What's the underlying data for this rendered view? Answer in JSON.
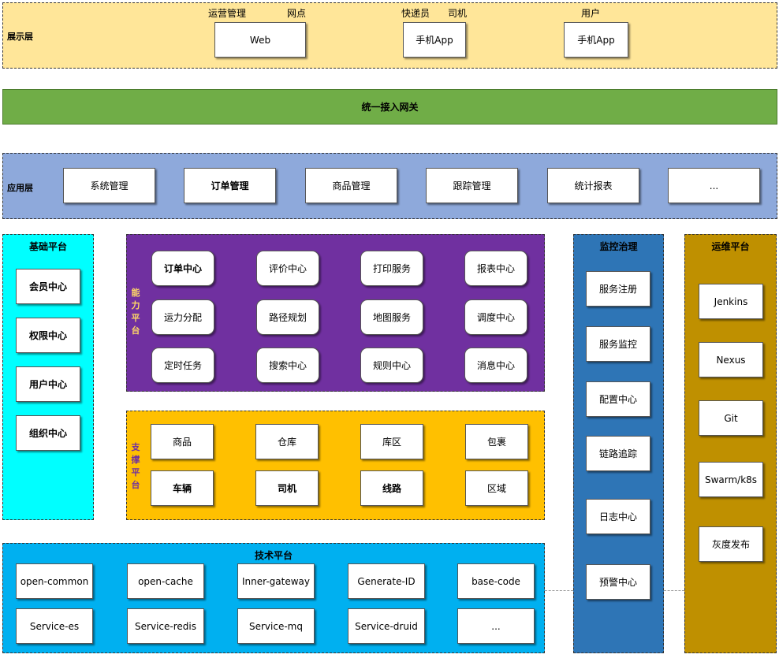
{
  "presentation": {
    "label": "展示层",
    "captions": [
      "运营管理",
      "网点",
      "快递员",
      "司机",
      "用户"
    ],
    "boxes": [
      "Web",
      "手机App",
      "手机App"
    ]
  },
  "gateway": {
    "label": "统一接入网关"
  },
  "application": {
    "label": "应用层",
    "items": [
      "系统管理",
      "订单管理",
      "商品管理",
      "跟踪管理",
      "统计报表",
      "..."
    ]
  },
  "base_platform": {
    "title": "基础平台",
    "items": [
      "会员中心",
      "权限中心",
      "用户中心",
      "组织中心"
    ]
  },
  "capability_platform": {
    "label": "能力平台",
    "items": [
      "订单中心",
      "评价中心",
      "打印服务",
      "报表中心",
      "运力分配",
      "路径规划",
      "地图服务",
      "调度中心",
      "定时任务",
      "搜索中心",
      "规则中心",
      "消息中心"
    ]
  },
  "support_platform": {
    "label": "支撑平台",
    "items": [
      "商品",
      "仓库",
      "库区",
      "包裹",
      "车辆",
      "司机",
      "线路",
      "区域"
    ]
  },
  "tech_platform": {
    "title": "技术平台",
    "items": [
      "open-common",
      "open-cache",
      "Inner-gateway",
      "Generate-ID",
      "base-code",
      "Service-es",
      "Service-redis",
      "Service-mq",
      "Service-druid",
      "..."
    ]
  },
  "monitor": {
    "title": "监控治理",
    "items": [
      "服务注册",
      "服务监控",
      "配置中心",
      "链路追踪",
      "日志中心",
      "预警中心"
    ]
  },
  "ops_platform": {
    "title": "运维平台",
    "items": [
      "Jenkins",
      "Nexus",
      "Git",
      "Swarm/k8s",
      "灰度发布"
    ]
  },
  "colors": {
    "presentation_bg": "#FFE699",
    "gateway_bg": "#70AD47",
    "application_bg": "#8EA9DB",
    "base_bg": "#00FFFF",
    "capability_bg": "#7030A0",
    "support_bg": "#FFC000",
    "tech_bg": "#00B0F0",
    "monitor_bg": "#2E75B6",
    "ops_bg": "#BF9000"
  }
}
